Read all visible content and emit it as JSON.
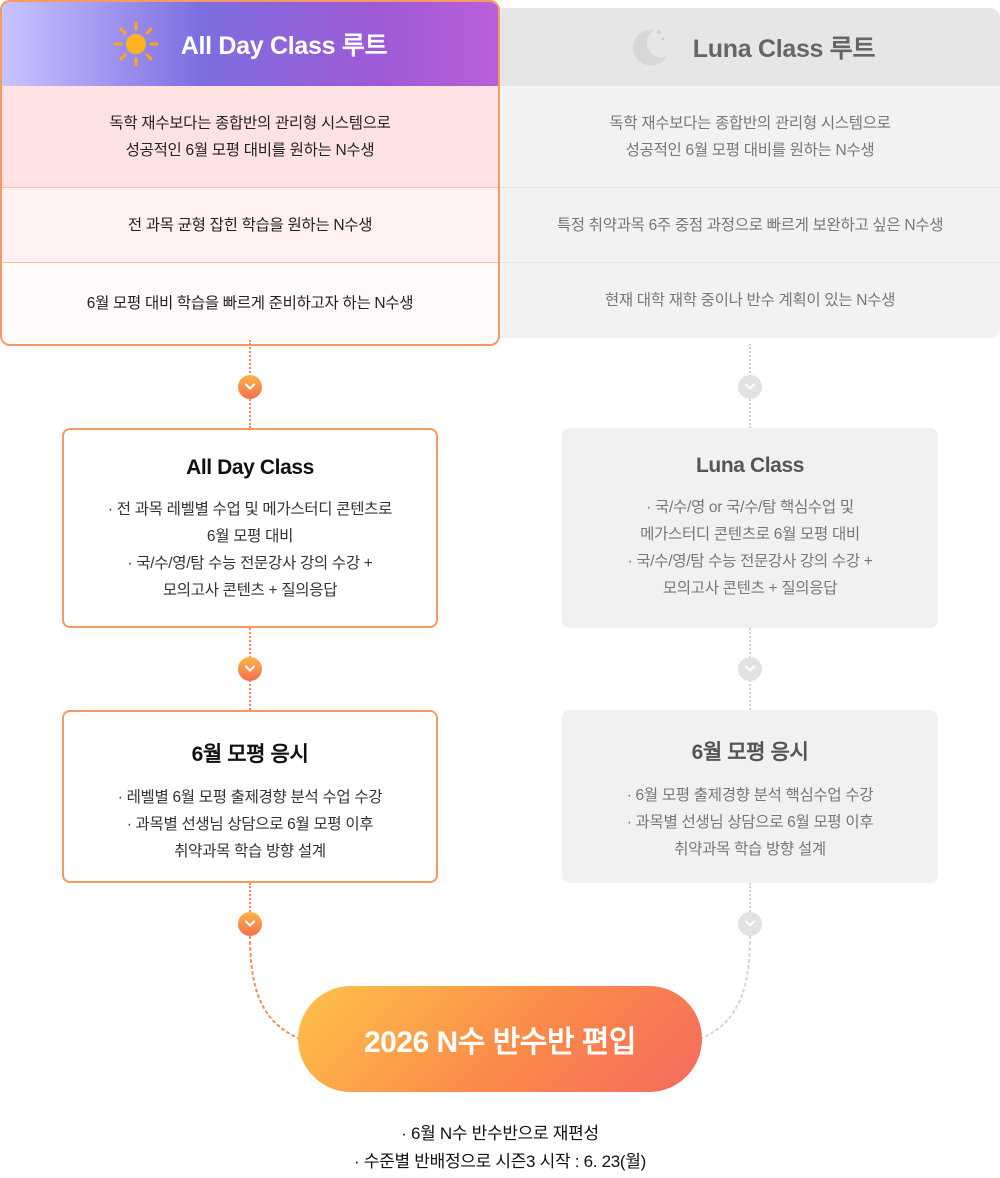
{
  "left_route": {
    "title": "All Day Class 루트",
    "icon": "sun-icon",
    "rows": [
      [
        "독학 재수보다는 종합반의 관리형 시스템으로",
        "성공적인 6월 모평 대비를 원하는 N수생"
      ],
      [
        "전 과목 균형 잡힌 학습을 원하는 N수생"
      ],
      [
        "6월 모평 대비 학습을 빠르게 준비하고자 하는 N수생"
      ]
    ]
  },
  "right_route": {
    "title": "Luna Class 루트",
    "icon": "moon-icon",
    "rows": [
      [
        "독학 재수보다는 종합반의 관리형 시스템으로",
        "성공적인 6월 모평 대비를 원하는 N수생"
      ],
      [
        "특정 취약과목 6주 중점 과정으로 빠르게 보완하고 싶은 N수생"
      ],
      [
        "현재 대학 재학 중이나 반수 계획이 있는 N수생"
      ]
    ]
  },
  "left_steps": [
    {
      "title": "All Day Class",
      "lines": [
        "· 전 과목 레벨별 수업 및 메가스터디 콘텐츠로",
        "6월 모평 대비",
        "· 국/수/영/탐 수능 전문강사 강의 수강 +",
        "모의고사 콘텐츠 + 질의응답"
      ]
    },
    {
      "title": "6월 모평 응시",
      "lines": [
        "· 레벨별 6월 모평 출제경향 분석 수업 수강",
        "· 과목별 선생님 상담으로 6월 모평 이후",
        "취약과목 학습 방향 설계"
      ]
    }
  ],
  "right_steps": [
    {
      "title": "Luna Class",
      "lines": [
        "· 국/수/영 or 국/수/탐 핵심수업 및",
        "메가스터디 콘텐츠로 6월 모평 대비",
        "· 국/수/영/탐 수능 전문강사 강의 수강 +",
        "모의고사 콘텐츠 + 질의응답"
      ]
    },
    {
      "title": "6월 모평 응시",
      "lines": [
        "· 6월 모평 출제경향 분석 핵심수업 수강",
        "· 과목별 선생님 상담으로 6월 모평 이후",
        "취약과목 학습 방향 설계"
      ]
    }
  ],
  "final": {
    "title": "2026 N수 반수반 편입",
    "notes": [
      "· 6월 N수 반수반으로 재편성",
      "· 수준별 반배정으로 시즌3 시작 : 6. 23(월)"
    ]
  },
  "colors": {
    "accent_orange": "#f59a63",
    "accent_purple": "#7d6ee0",
    "inactive_gray": "#e2e2e2"
  }
}
